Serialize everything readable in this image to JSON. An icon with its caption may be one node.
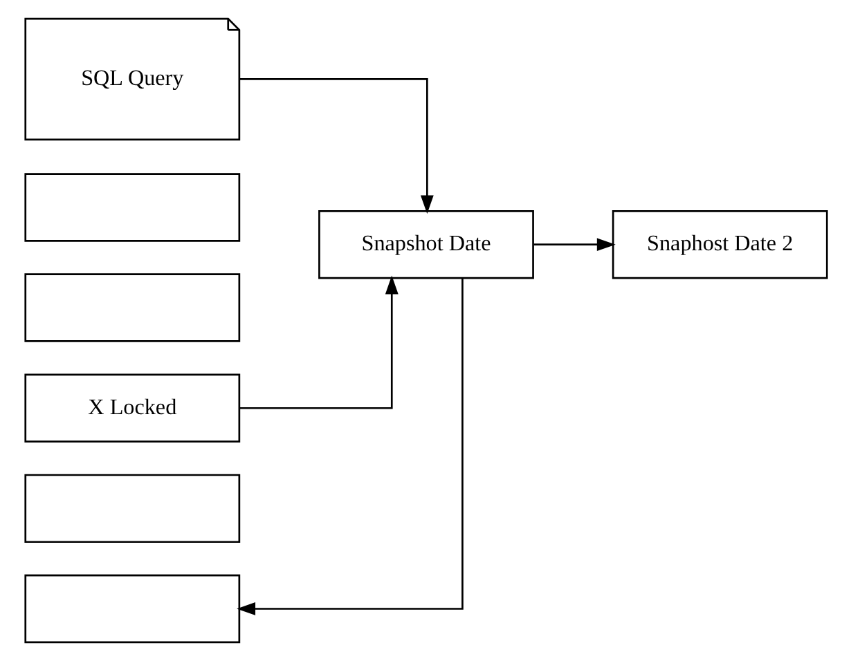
{
  "diagram": {
    "nodes": [
      {
        "text": [
          "SQL Query"
        ]
      },
      {
        "text": [],
        "shape": "box"
      },
      {
        "text": [],
        "shape": "box"
      },
      {
        "text": [
          "X Locked"
        ]
      },
      {
        "text": [],
        "shape": "box"
      },
      {
        "text": [],
        "shape": "box"
      },
      {
        "text": [
          "Snapshot Date"
        ]
      },
      {
        "text": [
          "Snaphost Date 2"
        ]
      }
    ],
    "edges": [
      {
        "from": 0,
        "to": 6,
        "arrow": "to"
      },
      {
        "from": 3,
        "to": 6,
        "arrow": "to"
      },
      {
        "from": 6,
        "to": 7,
        "arrow": "to"
      },
      {
        "from": 6,
        "to": 5,
        "arrow": "to"
      }
    ]
  }
}
